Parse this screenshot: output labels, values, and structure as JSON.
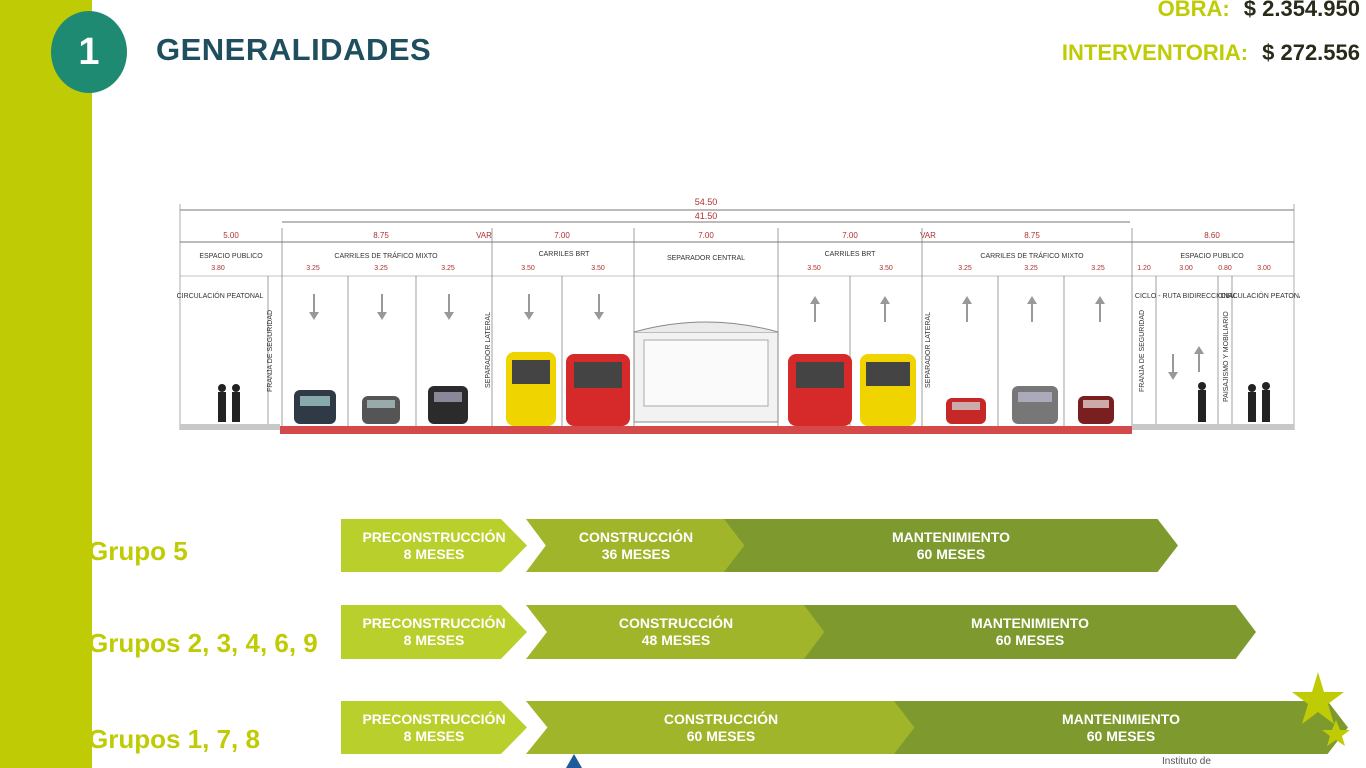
{
  "header": {
    "number": "1",
    "title": "GENERALIDADES",
    "obra_label": "OBRA:",
    "obra_value": "$ 2.354.950",
    "interventoria_label": "INTERVENTORIA:",
    "interventoria_value": "$ 272.556"
  },
  "section": {
    "total_widths": [
      "54.50",
      "41.50"
    ],
    "widths": [
      "5.00",
      "8.75",
      "VAR",
      "7.00",
      "7.00",
      "7.00",
      "VAR",
      "8.75",
      "8.60"
    ],
    "espacio_publico_left": "ESPACIO PUBLICO",
    "espacio_left_width": "3.80",
    "carriles_mixto": "CARRILES DE TRÁFICO MIXTO",
    "lane_widths_left": [
      "3.25",
      "3.25",
      "3.25"
    ],
    "carriles_brt": "CARRILES BRT",
    "brt_widths": [
      "3.50",
      "3.50"
    ],
    "separador_central": "SEPARADOR CENTRAL",
    "carriles_brt_right": "CARRILES BRT",
    "brt_widths_right": [
      "3.50",
      "3.50"
    ],
    "carriles_mixto_right": "CARRILES DE TRÁFICO MIXTO",
    "lane_widths_right": [
      "3.25",
      "3.25",
      "3.25"
    ],
    "espacio_publico_right": "ESPACIO PUBLICO",
    "right_widths": [
      "1.20",
      "3.00",
      "0.80",
      "3.00"
    ],
    "circulacion_peatonal": "CIRCULACIÓN PEATONAL",
    "franja_seguridad": "FRANJA DE SEGURIDAD",
    "separador_lateral": "SEPARADOR LATERAL",
    "ciclo_ruta": "CICLO - RUTA BIDIRECCIONAL",
    "paisajismo": "PAISAJISMO Y MOBILIARIO",
    "circulacion_peatonal_right": "CIRCULACIÓN PEATONAL"
  },
  "rows": [
    {
      "label": "Grupo 5",
      "pre": [
        "PRECONSTRUCCIÓN",
        "8 MESES"
      ],
      "con": [
        "CONSTRUCCIÓN",
        "36 MESES"
      ],
      "man": [
        "MANTENIMIENTO",
        "60 MESES"
      ]
    },
    {
      "label": "Grupos 2, 3, 4, 6, 9",
      "pre": [
        "PRECONSTRUCCIÓN",
        "8 MESES"
      ],
      "con": [
        "CONSTRUCCIÓN",
        "48 MESES"
      ],
      "man": [
        "MANTENIMIENTO",
        "60 MESES"
      ]
    },
    {
      "label": "Grupos 1, 7, 8",
      "pre": [
        "PRECONSTRUCCIÓN",
        "8 MESES"
      ],
      "con": [
        "CONSTRUCCIÓN",
        "60 MESES"
      ],
      "man": [
        "MANTENIMIENTO",
        "60 MESES"
      ]
    }
  ],
  "footer": {
    "logo_text": "Instituto de"
  }
}
